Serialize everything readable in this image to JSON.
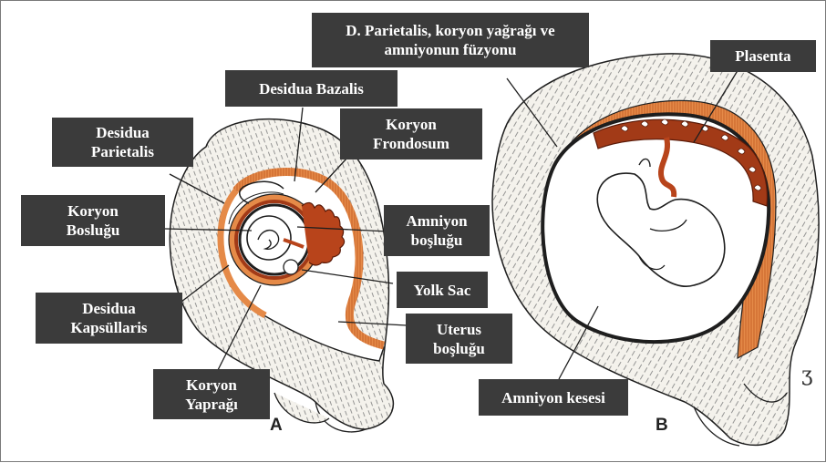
{
  "colors": {
    "label_bg": "#3b3b3b",
    "label_text": "#ffffff",
    "decidua": "#e07a3a",
    "decidua_light": "#f0a066",
    "chorion": "#a23a17",
    "uterus_wall": "#f2f0ea",
    "outline": "#1e1e1e"
  },
  "panels": {
    "a": "A",
    "b": "B"
  },
  "labels": {
    "desidua_parietalis": "Desidua\nParietalis",
    "desidua_bazalis": "Desidua Bazalis",
    "koryon_frondosum": "Koryon\nFrondosum",
    "koryon_boslugu": "Koryon\nBosluğu",
    "amniyon_boslugu": "Amniyon\nboşluğu",
    "yolk_sac": "Yolk Sac",
    "desidua_kapsullaris": "Desidua\nKapsüllaris",
    "uterus_boslugu": "Uterus\nboşluğu",
    "koryon_yapragi": "Koryon\nYaprağı",
    "d_parietalis_fuzyon": "D. Parietalis, koryon yağrağı ve\namniyonun füzyonu",
    "plasenta": "Plasenta",
    "amniyon_kesesi": "Amniyon kesesi"
  },
  "marks": {
    "corner_squiggle": "ʒ"
  }
}
